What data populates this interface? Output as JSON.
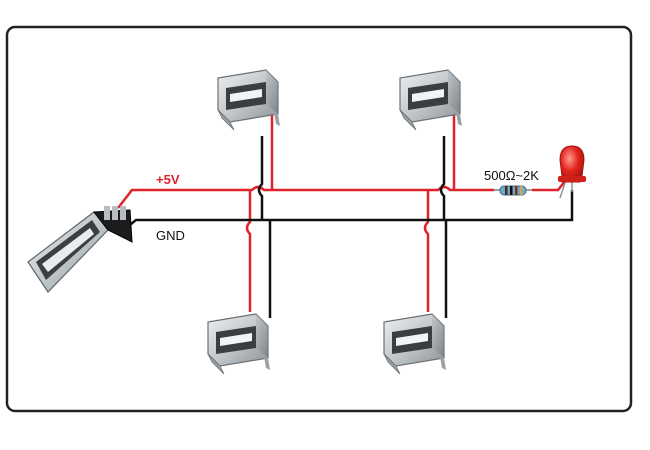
{
  "labels": {
    "vcc": "+5V",
    "gnd": "GND",
    "resistor": "500Ω~2K"
  },
  "colors": {
    "vcc_wire": "#e0222a",
    "gnd_wire": "#111111",
    "vcc_text": "#e0222a",
    "gnd_text": "#111111",
    "led": "#e3261f",
    "frame": "#222222",
    "connector_metal": "#c9cdd0"
  },
  "components": {
    "usb_plug": "usb-a-male-plug",
    "usb_sockets": [
      "usb-a-female-socket-top-left",
      "usb-a-female-socket-top-right",
      "usb-a-female-socket-bottom-left",
      "usb-a-female-socket-bottom-right"
    ],
    "resistor": "resistor",
    "led": "red-led"
  }
}
